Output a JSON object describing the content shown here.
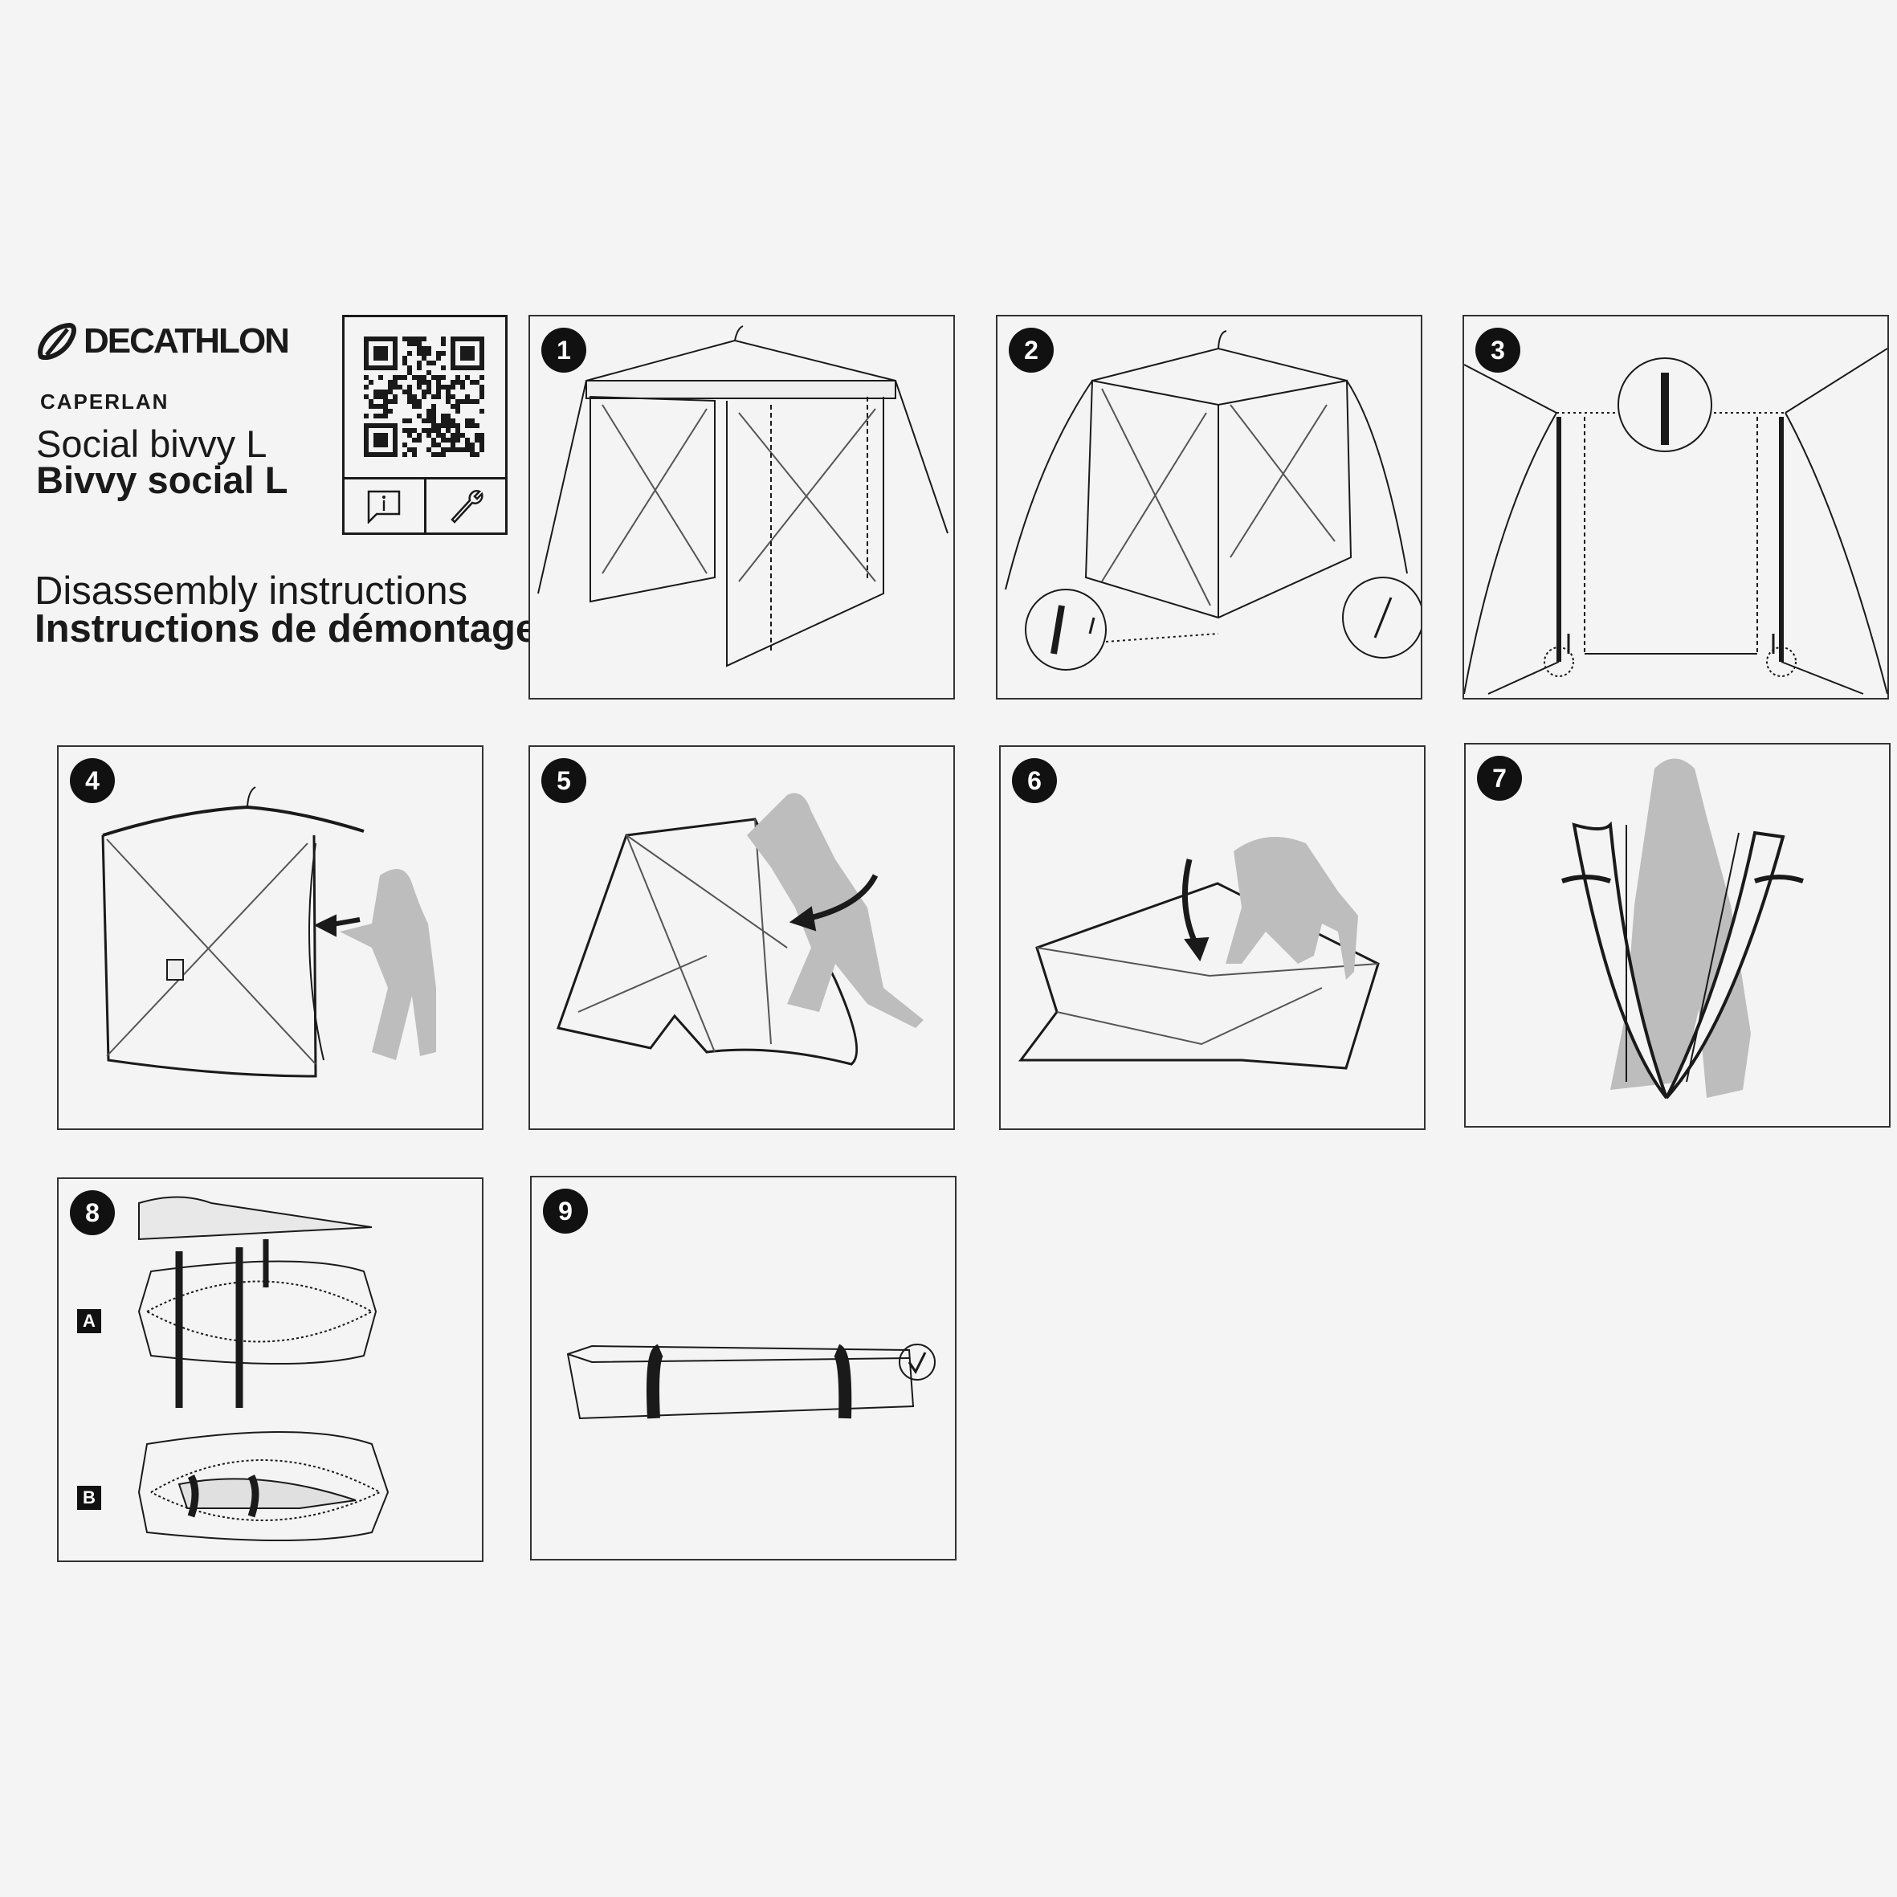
{
  "header": {
    "logo_text": "DECATHLON",
    "brand": "CAPERLAN",
    "product_name_en": "Social bivvy L",
    "product_name_fr": "Bivvy social L",
    "title_en": "Disassembly instructions",
    "title_fr": "Instructions de démontage"
  },
  "qr_panel": {
    "icons": [
      "info-icon",
      "wrench-icon"
    ]
  },
  "steps": [
    {
      "number": "1"
    },
    {
      "number": "2"
    },
    {
      "number": "3"
    },
    {
      "number": "4"
    },
    {
      "number": "5"
    },
    {
      "number": "6"
    },
    {
      "number": "7"
    },
    {
      "number": "8",
      "sub_labels": [
        "A",
        "B"
      ]
    },
    {
      "number": "9"
    }
  ],
  "colors": {
    "ink": "#1a1a1a",
    "figure": "#bdbdbd",
    "background": "#f4f4f4"
  }
}
